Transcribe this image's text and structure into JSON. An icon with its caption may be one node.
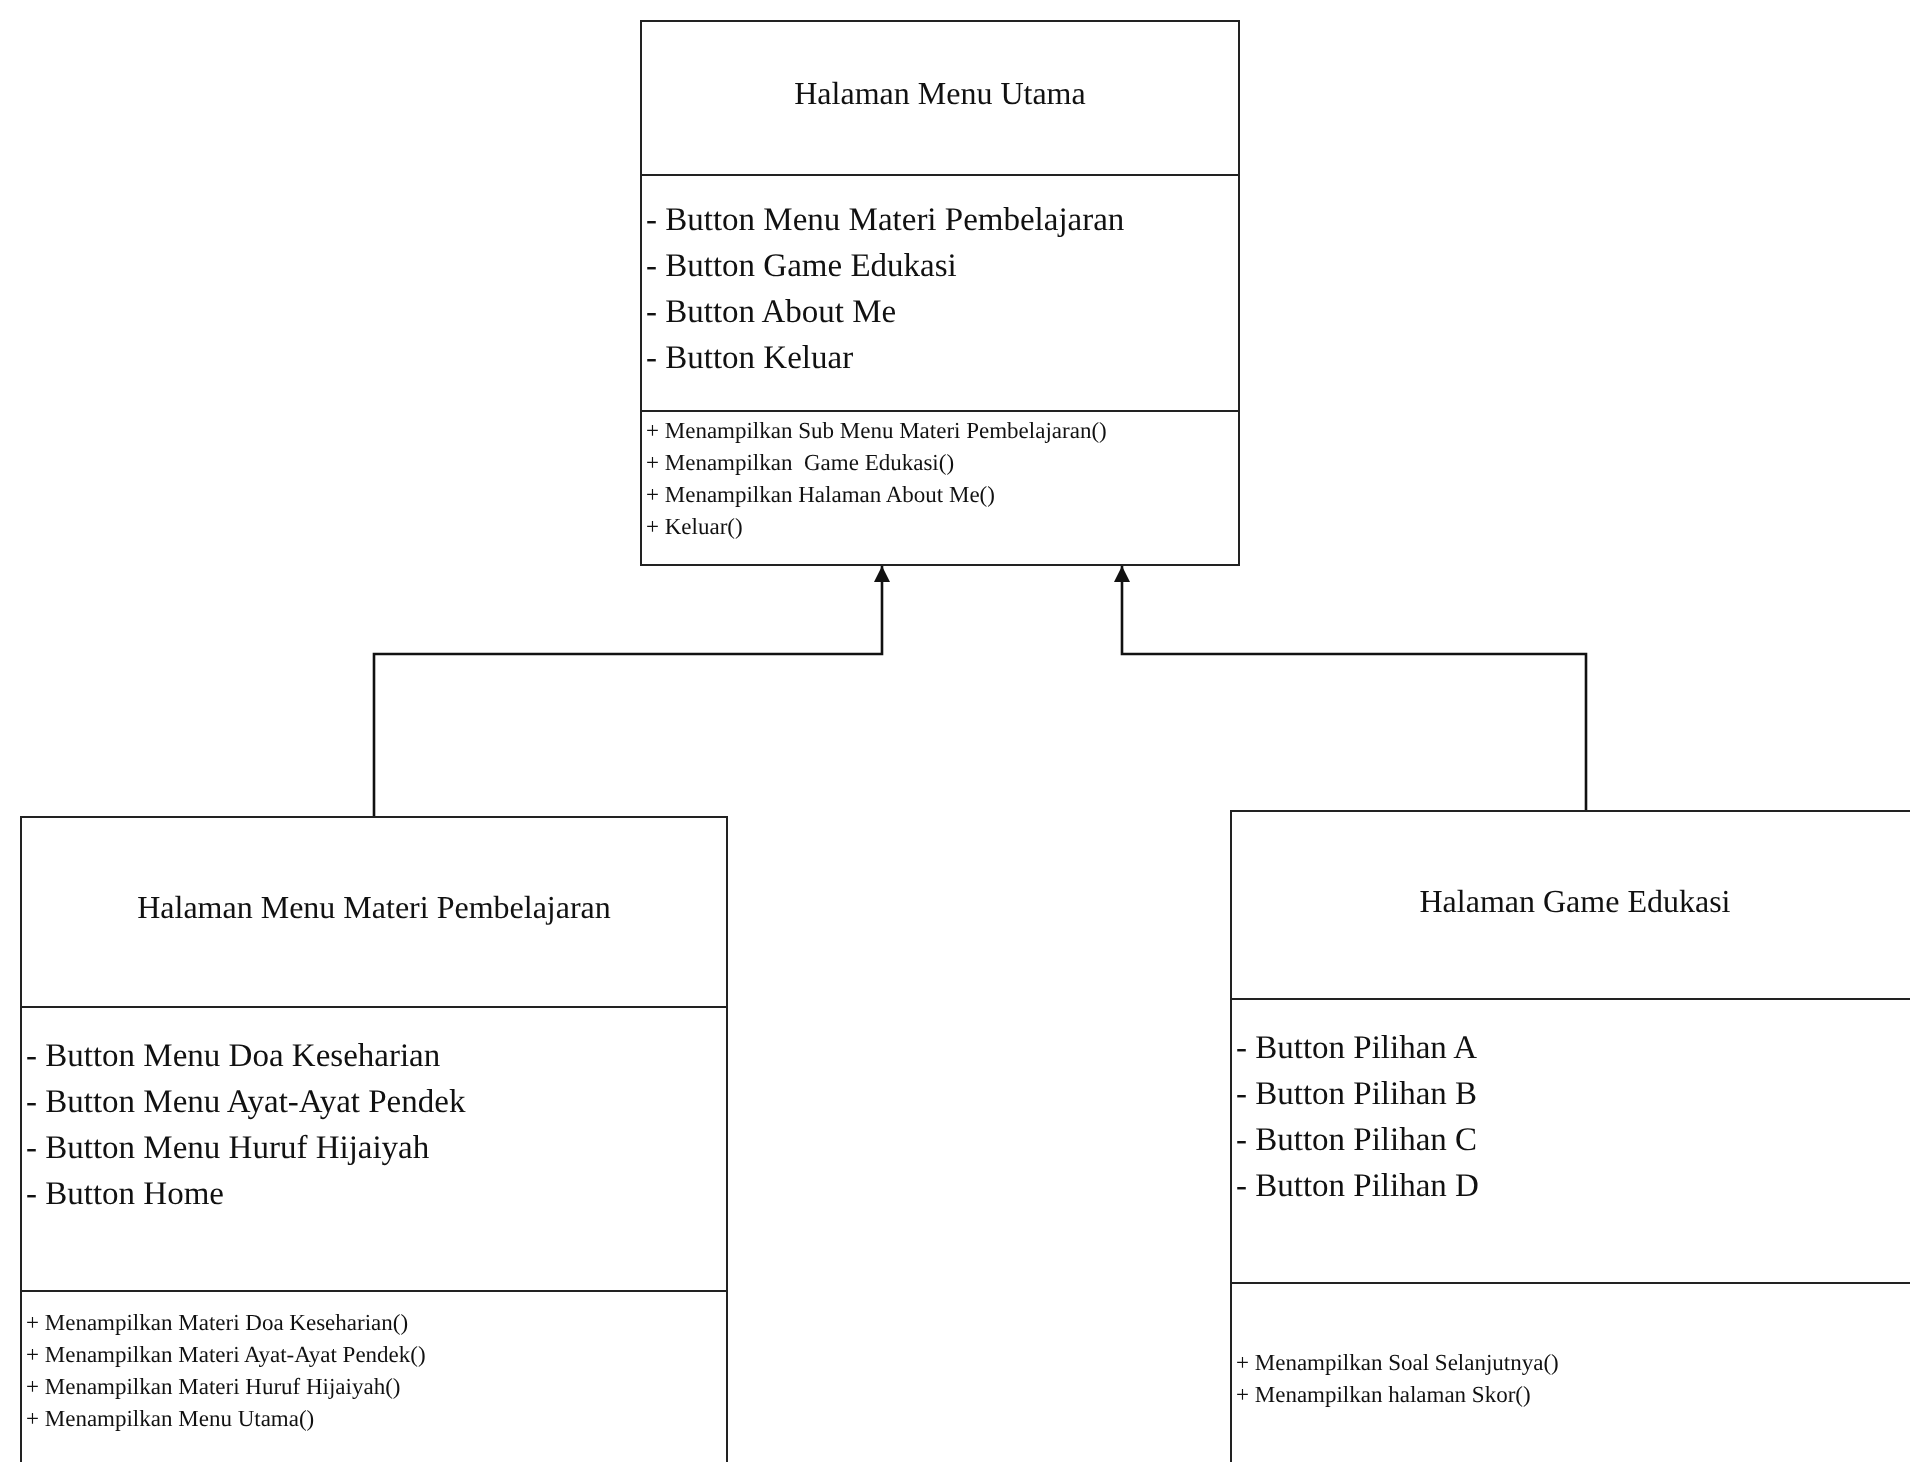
{
  "diagram": {
    "nodes": [
      {
        "text": [
          "Halaman Menu Utama",
          "- Button Menu Materi Pembelajaran",
          "- Button Game Edukasi",
          "- Button About Me",
          "- Button Keluar",
          "+ Menampilkan Sub Menu Materi Pembelajaran()",
          "+ Menampilkan  Game Edukasi()",
          "+ Menampilkan Halaman About Me()",
          "+ Keluar()"
        ]
      },
      {
        "text": [
          "Halaman Menu Materi Pembelajaran",
          "- Button Menu Doa Keseharian",
          "- Button Menu Ayat-Ayat Pendek",
          "- Button Menu Huruf Hijaiyah",
          "- Button Home",
          "+ Menampilkan Materi Doa Keseharian()",
          "+ Menampilkan Materi Ayat-Ayat Pendek()",
          "+ Menampilkan Materi Huruf Hijaiyah()",
          "+ Menampilkan Menu Utama()"
        ]
      },
      {
        "text": [
          "Halaman Game Edukasi",
          "- Button Pilihan A",
          "- Button Pilihan B",
          "- Button Pilihan C",
          "- Button Pilihan D",
          "+ Menampilkan Soal Selanjutnya()",
          "+ Menampilkan halaman Skor()"
        ]
      }
    ],
    "edges": [
      {
        "from": 1,
        "to": 0,
        "arrow": "to"
      },
      {
        "from": 2,
        "to": 0,
        "arrow": "to"
      }
    ]
  }
}
